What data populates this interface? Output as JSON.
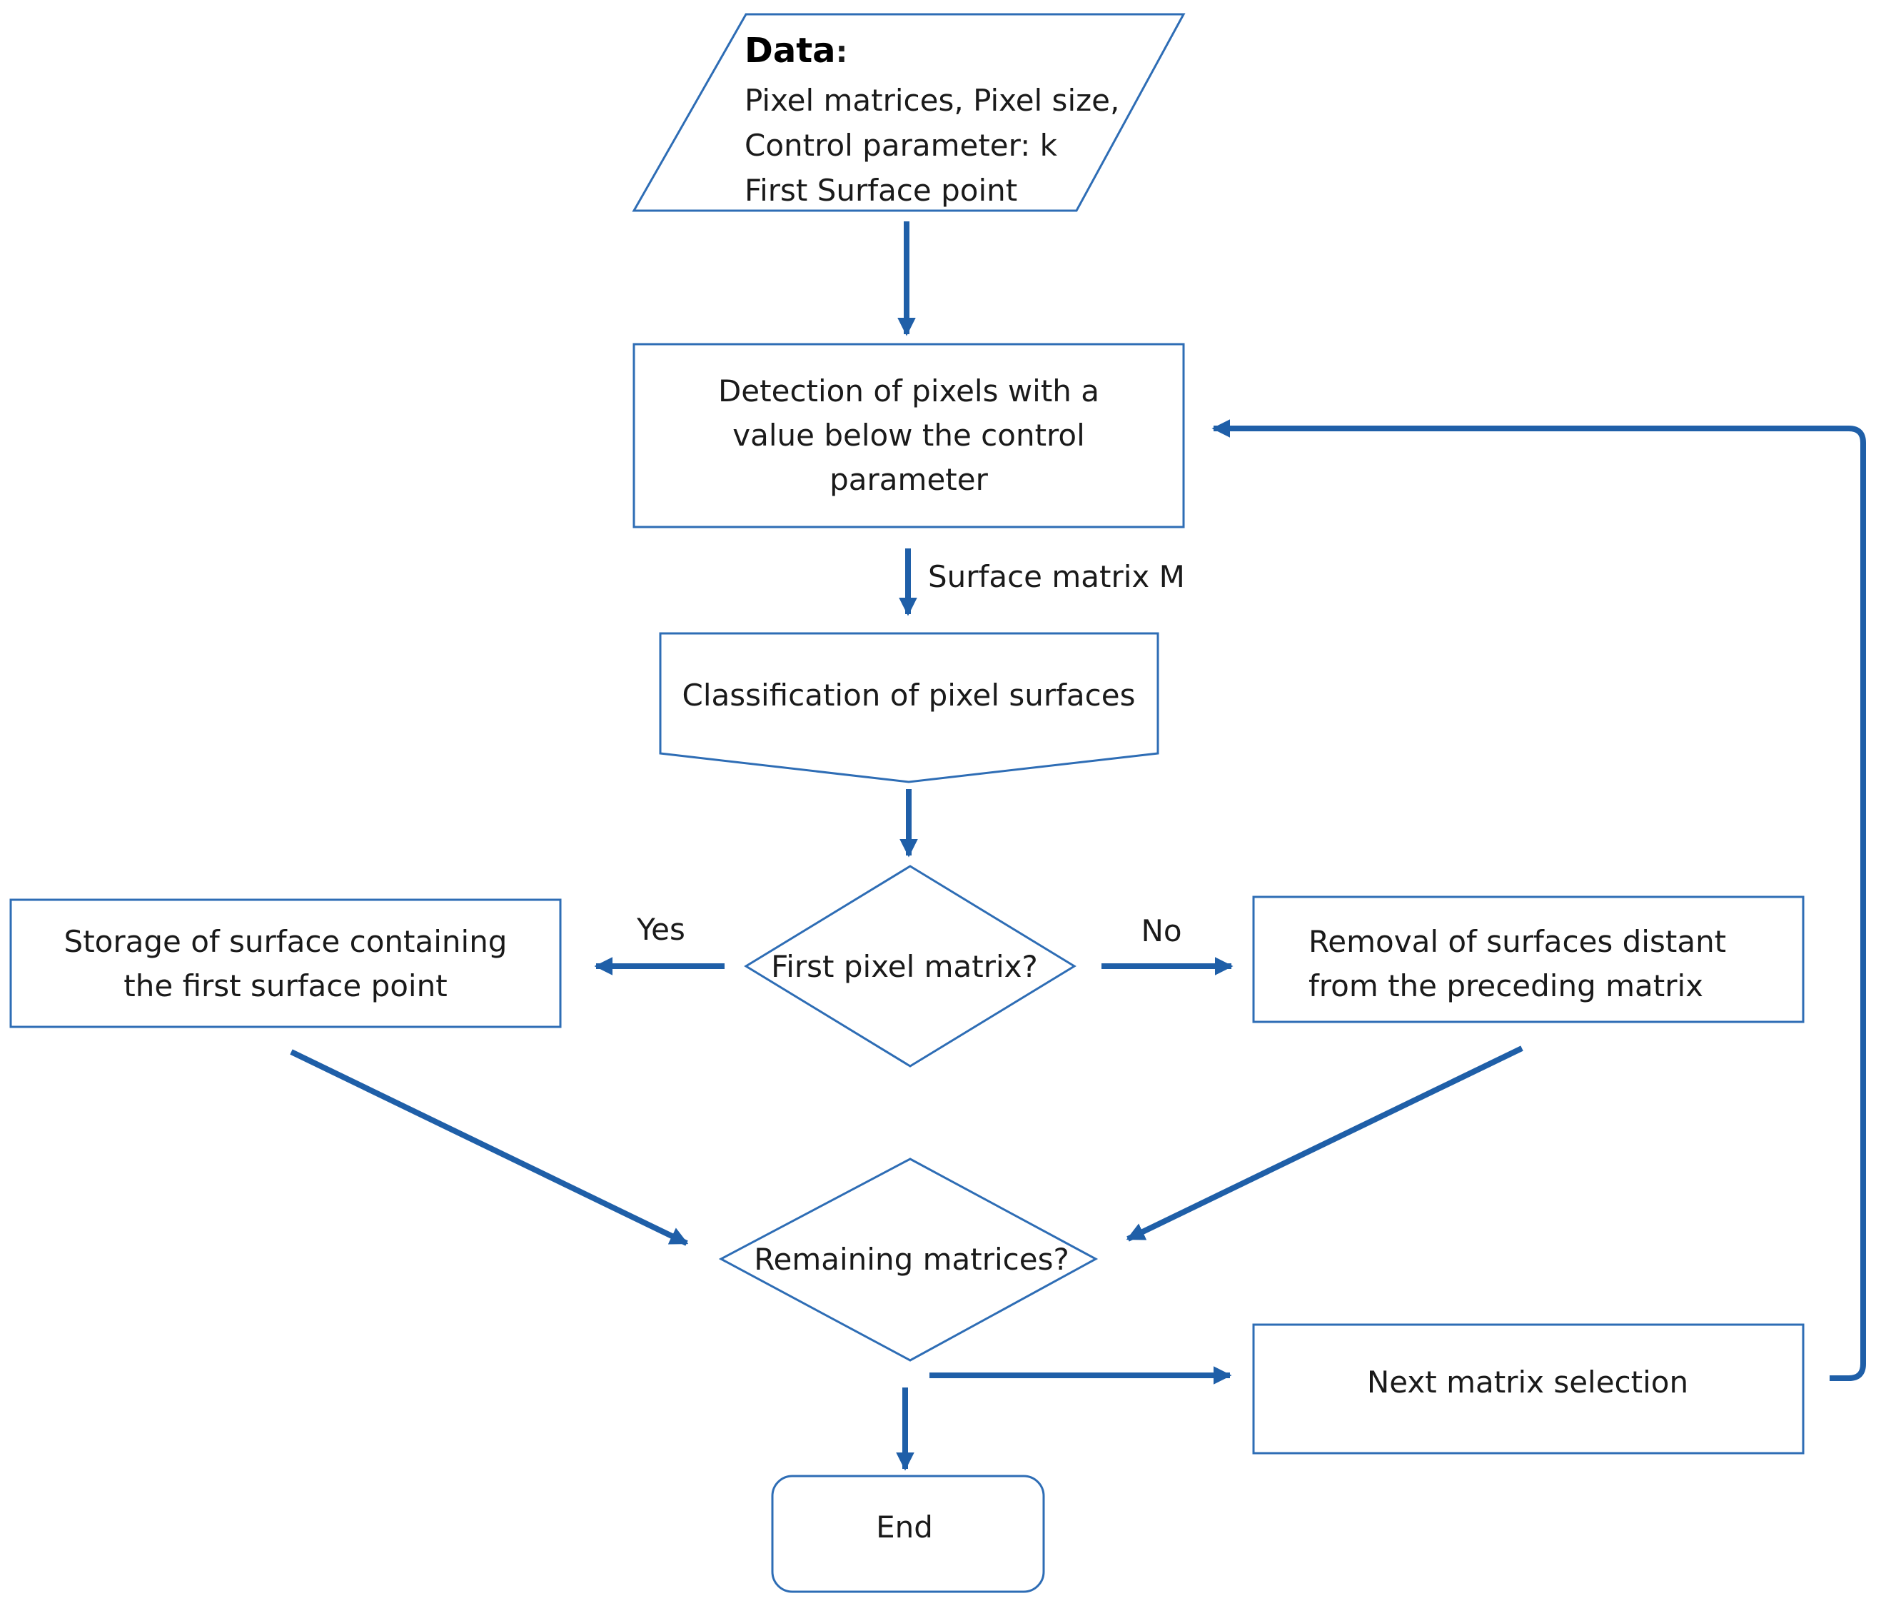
{
  "colors": {
    "shape_stroke": "#2e6db5",
    "connector": "#1f5fa8",
    "text": "#1a1a1a"
  },
  "nodes": {
    "data": {
      "title": "Data",
      "colon": ":",
      "lines": [
        "Pixel matrices, Pixel size,",
        "Control  parameter:  k",
        "First Surface point"
      ]
    },
    "detect": {
      "lines": [
        "Detection of pixels with a",
        "value below the control",
        "parameter"
      ]
    },
    "classify": {
      "label": "Classification of pixel surfaces"
    },
    "first_matrix": {
      "label": "First pixel matrix?"
    },
    "storage": {
      "lines": [
        "Storage of surface containing",
        "the first surface point"
      ]
    },
    "removal": {
      "lines": [
        "Removal of surfaces distant",
        "from the preceding matrix"
      ]
    },
    "remaining": {
      "label": "Remaining matrices?"
    },
    "next": {
      "label": "Next matrix selection"
    },
    "end": {
      "label": "End"
    }
  },
  "edges": {
    "surface_matrix": "Surface matrix M",
    "yes": "Yes",
    "no": "No"
  }
}
